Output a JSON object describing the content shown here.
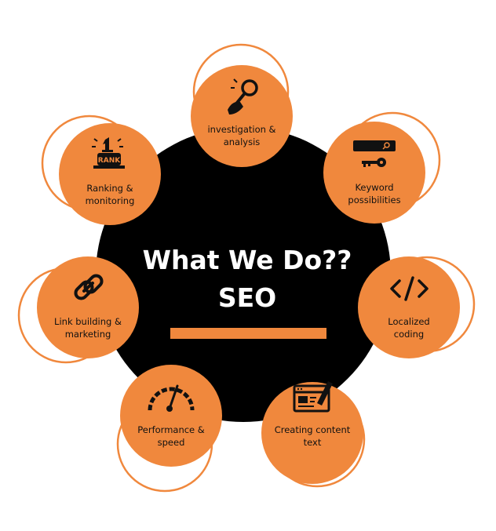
{
  "title_line1": "What We Do??",
  "title_line2": "SEO",
  "colors": {
    "accent": "#f0883d",
    "center": "#000000",
    "text": "#111111",
    "title": "#ffffff"
  },
  "nodes": [
    {
      "id": "investigation",
      "icon": "magnifier-hand-icon",
      "line1": "investigation &",
      "line2": "analysis"
    },
    {
      "id": "keyword",
      "icon": "search-bar-key-icon",
      "line1": "Keyword",
      "line2": "possibilities"
    },
    {
      "id": "localized",
      "icon": "code-brackets-icon",
      "line1": "Localized",
      "line2": "coding"
    },
    {
      "id": "content",
      "icon": "browser-pen-icon",
      "line1": "Creating content",
      "line2": "text"
    },
    {
      "id": "performance",
      "icon": "speedometer-icon",
      "line1": "Performance &",
      "line2": "speed"
    },
    {
      "id": "link",
      "icon": "chain-link-icon",
      "line1": "Link building &",
      "line2": "marketing"
    },
    {
      "id": "ranking",
      "icon": "rank-trophy-icon",
      "line1": "Ranking &",
      "line2": "monitoring"
    }
  ]
}
